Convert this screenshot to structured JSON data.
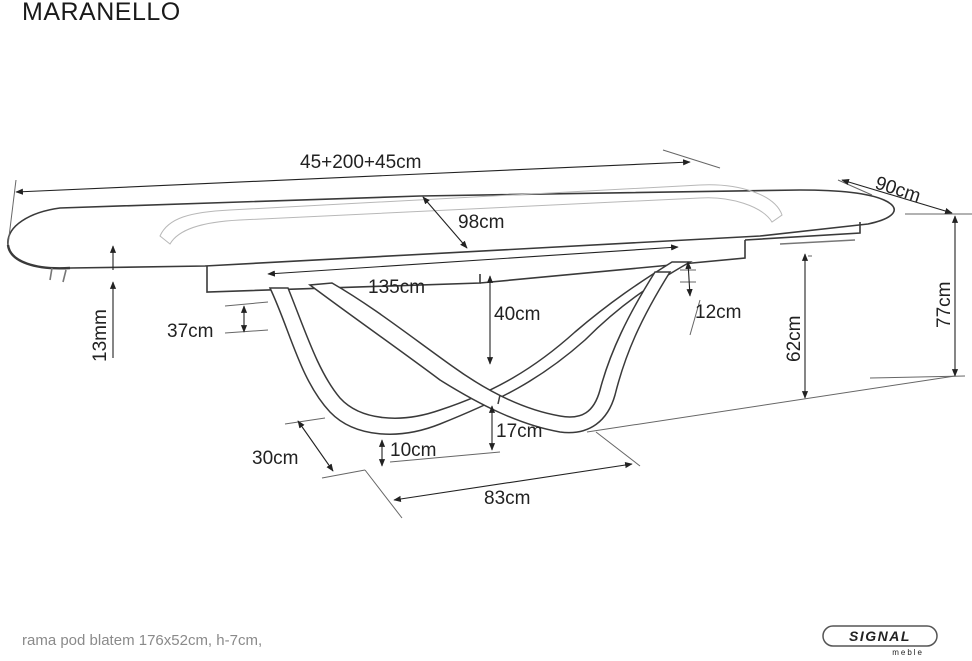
{
  "title": "MARANELLO",
  "footer": "rama pod blatem 176x52cm, h-7cm,",
  "brand": {
    "name": "SIGNAL",
    "sub": "meble"
  },
  "dimensions": {
    "total_length": "45+200+45cm",
    "depth": "90cm",
    "insert_width": "98cm",
    "frame_length": "135cm",
    "top_thickness": "13mm",
    "leg_height_a": "37cm",
    "leg_height_b": "40cm",
    "apron": "12cm",
    "clearance": "62cm",
    "height": "77cm",
    "base_depth": "30cm",
    "foot": "10cm",
    "foot_gap": "17cm",
    "base_length": "83cm"
  },
  "colors": {
    "line": "#3a3a3a",
    "light_line": "#9a9a9a",
    "text": "#222222",
    "footer": "#8a8a8a"
  }
}
